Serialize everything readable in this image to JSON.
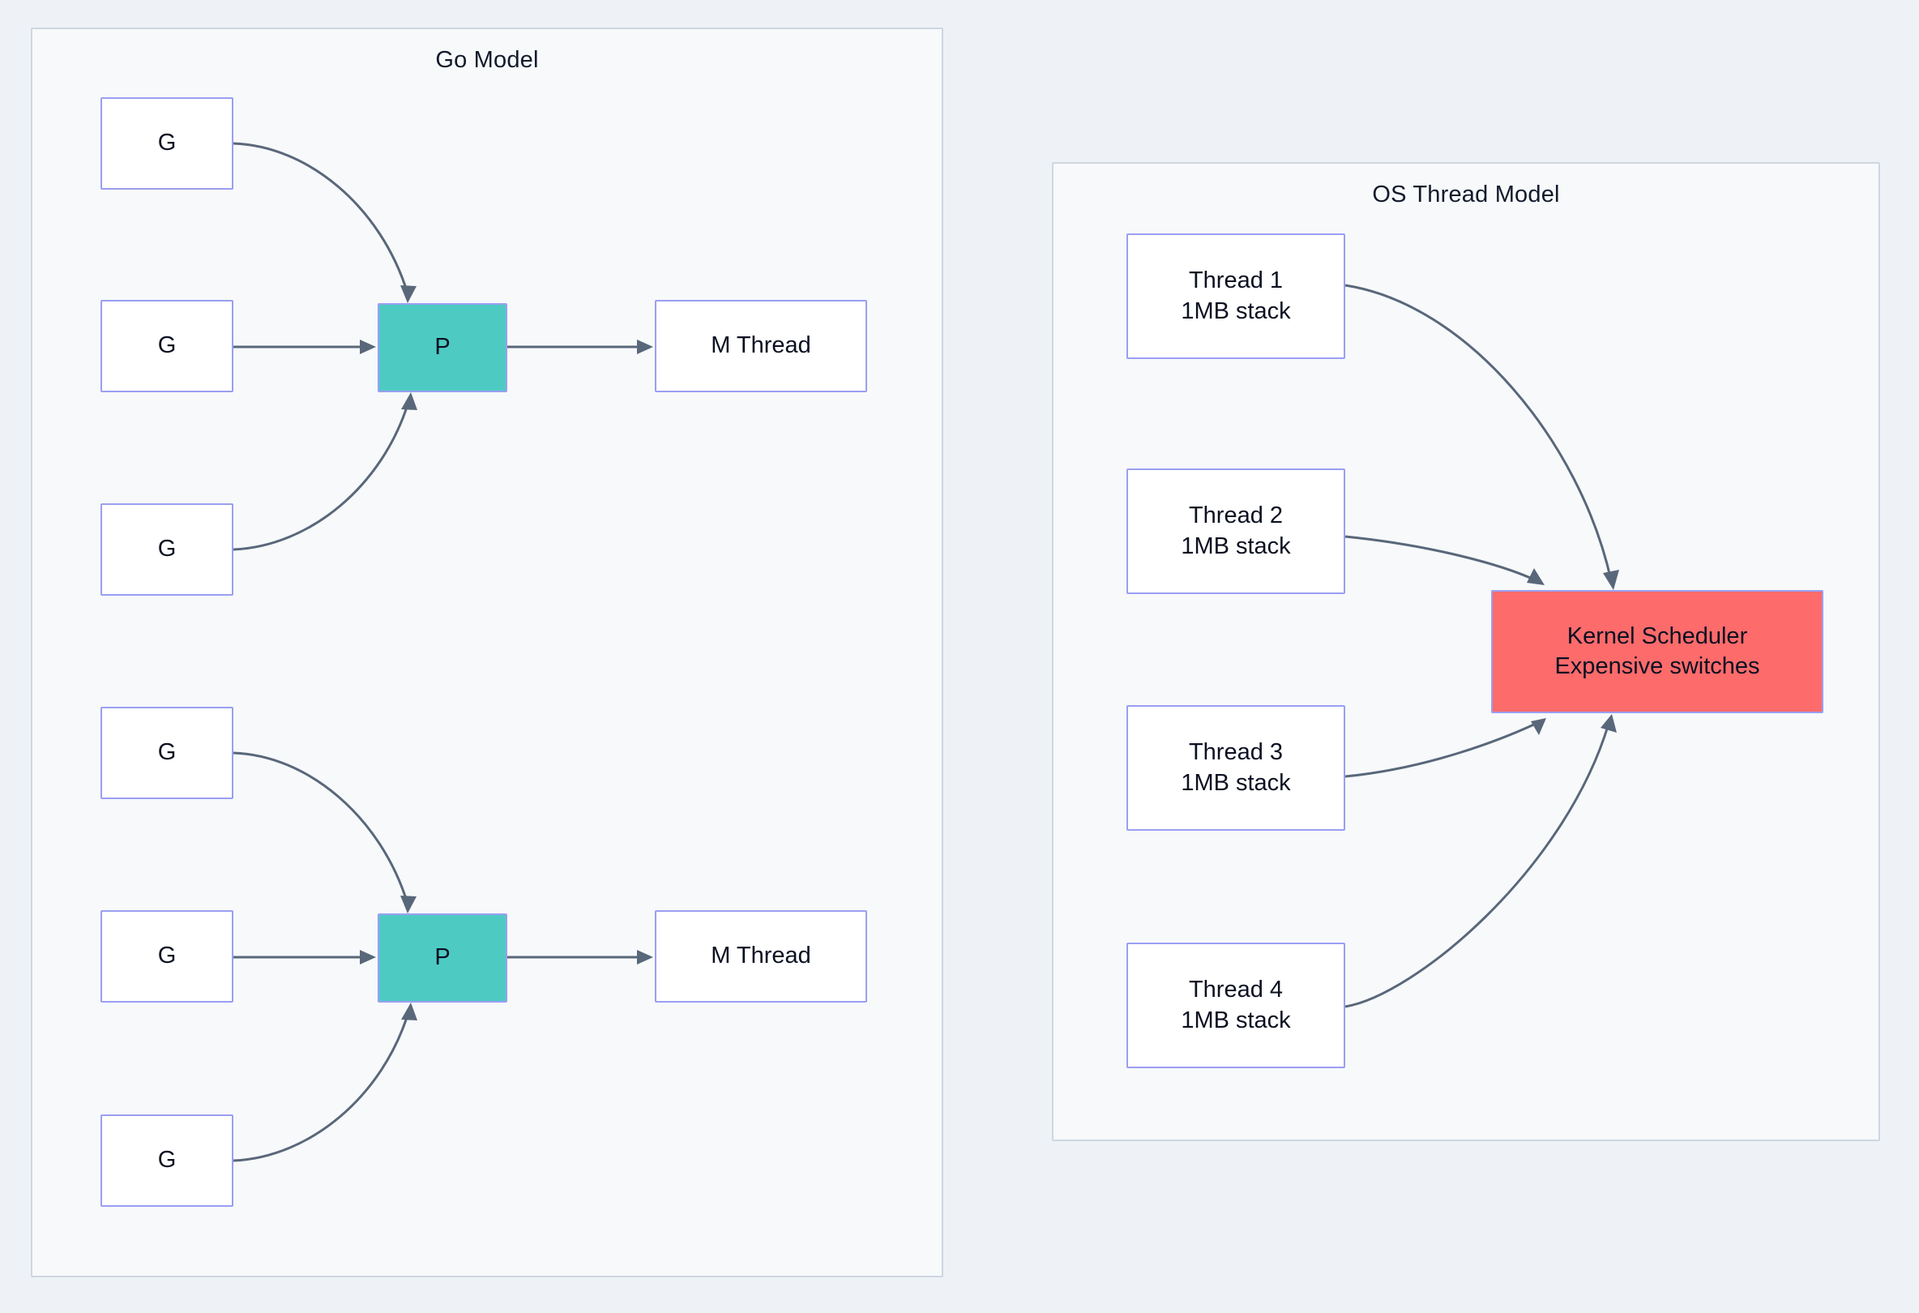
{
  "diagram": {
    "type": "flowchart",
    "background_color": "#eef2f7",
    "panel_background": "#f7f9fb",
    "panel_border_color": "#ced7e0",
    "node_border_color": "#9a9ff2",
    "edge_color": "#59677a",
    "accent_teal": "#4dcbc2",
    "accent_red": "#fd6b6b"
  },
  "panels": [
    {
      "id": "go",
      "title": "Go Model"
    },
    {
      "id": "os",
      "title": "OS Thread Model"
    }
  ],
  "go_model": {
    "title": "Go Model",
    "group_a": {
      "goroutines": [
        {
          "label": "G"
        },
        {
          "label": "G"
        },
        {
          "label": "G"
        }
      ],
      "processor": {
        "label": "P"
      },
      "machine": {
        "label": "M Thread"
      }
    },
    "group_b": {
      "goroutines": [
        {
          "label": "G"
        },
        {
          "label": "G"
        },
        {
          "label": "G"
        }
      ],
      "processor": {
        "label": "P"
      },
      "machine": {
        "label": "M Thread"
      }
    }
  },
  "os_thread_model": {
    "title": "OS Thread Model",
    "threads": [
      {
        "name": "Thread 1",
        "stack": "1MB stack"
      },
      {
        "name": "Thread 2",
        "stack": "1MB stack"
      },
      {
        "name": "Thread 3",
        "stack": "1MB stack"
      },
      {
        "name": "Thread 4",
        "stack": "1MB stack"
      }
    ],
    "scheduler": {
      "name": "Kernel Scheduler",
      "note": "Expensive switches"
    }
  },
  "edges": [
    {
      "from": "G (top-1)",
      "to": "P (upper)"
    },
    {
      "from": "G (top-2)",
      "to": "P (upper)"
    },
    {
      "from": "G (top-3)",
      "to": "P (upper)"
    },
    {
      "from": "P (upper)",
      "to": "M Thread (upper)"
    },
    {
      "from": "G (bottom-1)",
      "to": "P (lower)"
    },
    {
      "from": "G (bottom-2)",
      "to": "P (lower)"
    },
    {
      "from": "G (bottom-3)",
      "to": "P (lower)"
    },
    {
      "from": "P (lower)",
      "to": "M Thread (lower)"
    },
    {
      "from": "Thread 1",
      "to": "Kernel Scheduler"
    },
    {
      "from": "Thread 2",
      "to": "Kernel Scheduler"
    },
    {
      "from": "Thread 3",
      "to": "Kernel Scheduler"
    },
    {
      "from": "Thread 4",
      "to": "Kernel Scheduler"
    }
  ]
}
